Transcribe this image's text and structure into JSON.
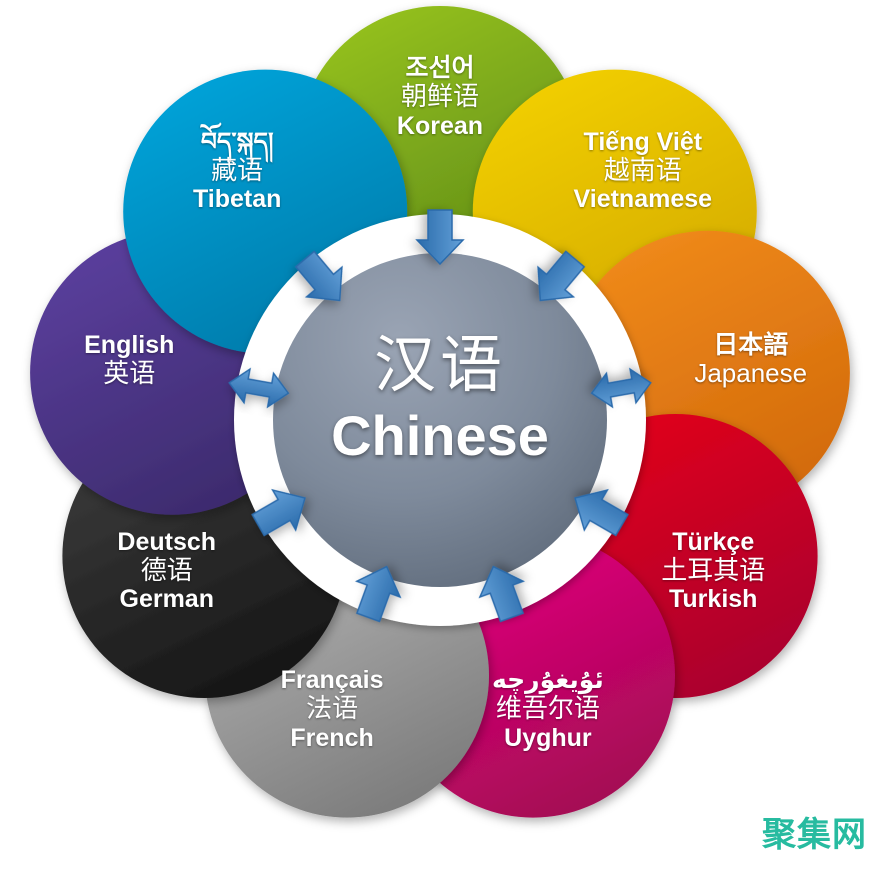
{
  "diagram": {
    "title": "Chinese language translation hub",
    "center": {
      "name": "chinese",
      "native": "汉语",
      "english": "Chinese",
      "color_top": "#9aa4b4",
      "color_bottom": "#5c6878",
      "ring_color": "#ffffff"
    },
    "arrow_color": "#3a7cbe",
    "watermark": "聚集网",
    "watermark_color": "#27bba0",
    "petals": [
      {
        "name": "korean",
        "native": "조선어",
        "chinese": "朝鲜语",
        "english": "Korean",
        "color_light": "#95c11f",
        "color_dark": "#5d8a16",
        "arrow": "single-in",
        "angle": 270
      },
      {
        "name": "vietnamese",
        "native": "Tiếng Việt",
        "chinese": "越南语",
        "english": "Vietnamese",
        "color_light": "#f2cf00",
        "color_dark": "#d1a800",
        "arrow": "single-in",
        "angle": 310
      },
      {
        "name": "japanese",
        "native": "日本語",
        "chinese": "",
        "english": "Japanese",
        "color_light": "#f08a1b",
        "color_dark": "#d1690a",
        "arrow": "double",
        "angle": 350
      },
      {
        "name": "turkish",
        "native": "Türkçe",
        "chinese": "土耳其语",
        "english": "Turkish",
        "color_light": "#e2001a",
        "color_dark": "#a80030",
        "arrow": "single-in",
        "angle": 30
      },
      {
        "name": "uyghur",
        "native": "ئۇيغۇرچە",
        "chinese": "维吾尔语",
        "english": "Uyghur",
        "color_light": "#e5007e",
        "color_dark": "#a10a52",
        "arrow": "single-in",
        "angle": 70
      },
      {
        "name": "french",
        "native": "Français",
        "chinese": "法语",
        "english": "French",
        "color_light": "#b3b3b3",
        "color_dark": "#7a7a7a",
        "arrow": "single-in",
        "angle": 110
      },
      {
        "name": "german",
        "native": "Deutsch",
        "chinese": "德语",
        "english": "German",
        "color_light": "#3c3c3c",
        "color_dark": "#141414",
        "arrow": "single-in",
        "angle": 150
      },
      {
        "name": "english",
        "native": "English",
        "chinese": "英语",
        "english": "",
        "color_light": "#5b3f9e",
        "color_dark": "#3b2a6b",
        "arrow": "double",
        "angle": 190
      },
      {
        "name": "tibetan",
        "native": "བོད་སྐད།",
        "chinese": "藏语",
        "english": "Tibetan",
        "color_light": "#00a3d9",
        "color_dark": "#0079a8",
        "arrow": "single-in",
        "angle": 230
      }
    ]
  }
}
